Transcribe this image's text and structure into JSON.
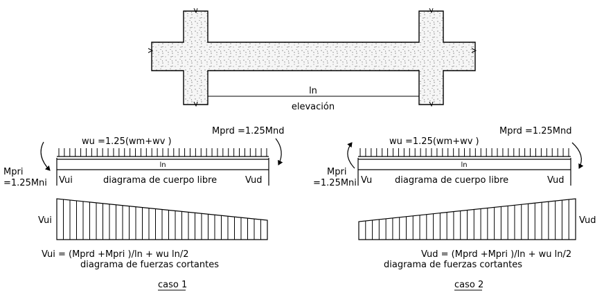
{
  "elevation": {
    "span_label": "ln",
    "caption": "elevación"
  },
  "case1": {
    "load_label": "wu =1.25(wm+wv )",
    "moment_right": "Mprd =1.25Mnd",
    "moment_left_line1": "Mpri",
    "moment_left_line2": "=1.25Mni",
    "span_label": "ln",
    "shear_left": "Vui",
    "fbd_caption": "diagrama  de  cuerpo  libre",
    "shear_right": "Vud",
    "shear_diagram_label": "Vui",
    "formula": "Vui =  (Mprd +Mpri  )/ln  +  wu ln/2",
    "shear_caption": "diagrama  de  fuerzas  cortantes",
    "case_title": "caso  1"
  },
  "case2": {
    "load_label": "wu =1.25(wm+wv )",
    "moment_right": "Mprd =1.25Mnd",
    "moment_left_line1": "Mpri",
    "moment_left_line2": "=1.25Mni",
    "span_label": "ln",
    "shear_left": "Vu",
    "fbd_caption": "diagrama  de  cuerpo  libre",
    "shear_right": "Vud",
    "shear_diagram_label": "Vud",
    "formula": "Vud =  (Mprd +Mpri  )/ln  +  wu ln/2",
    "shear_caption": "diagrama  de  fuerzas  cortantes",
    "case_title": "caso  2"
  }
}
